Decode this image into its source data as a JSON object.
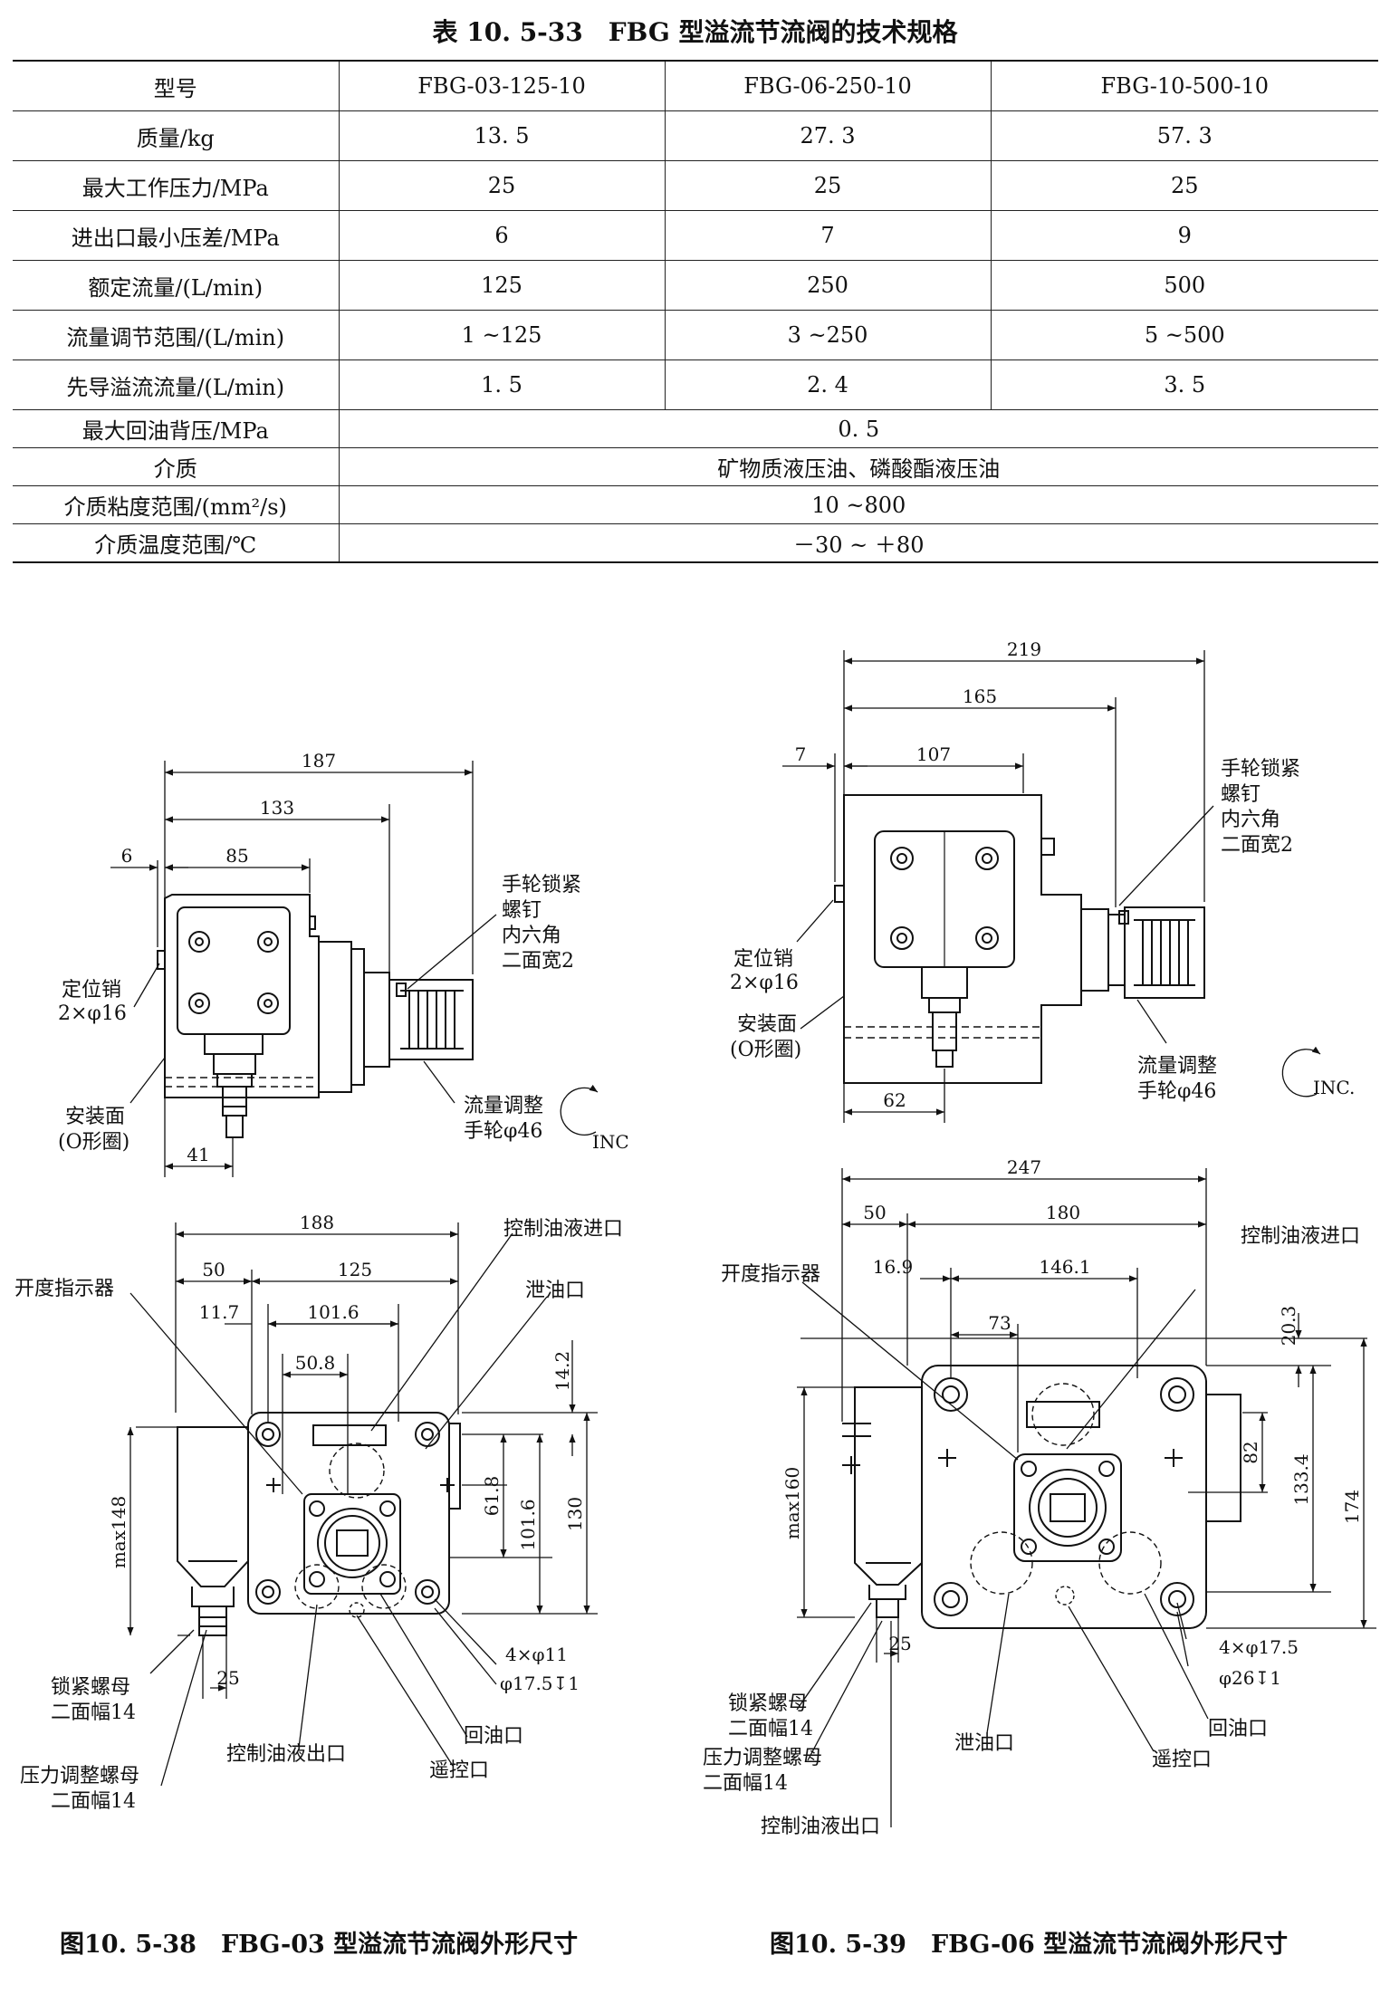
{
  "table": {
    "title": "表 10. 5-33　FBG 型溢流节流阀的技术规格",
    "header": [
      "型号",
      "FBG-03-125-10",
      "FBG-06-250-10",
      "FBG-10-500-10"
    ],
    "rows": [
      [
        "质量/kg",
        "13. 5",
        "27. 3",
        "57. 3"
      ],
      [
        "最大工作压力/MPa",
        "25",
        "25",
        "25"
      ],
      [
        "进出口最小压差/MPa",
        "6",
        "7",
        "9"
      ],
      [
        "额定流量/(L/min)",
        "125",
        "250",
        "500"
      ],
      [
        "流量调节范围/(L/min)",
        "1 ~125",
        "3 ~250",
        "5 ~500"
      ],
      [
        "先导溢流流量/(L/min)",
        "1. 5",
        "2. 4",
        "3. 5"
      ]
    ],
    "merged_rows": [
      [
        "最大回油背压/MPa",
        "0. 5"
      ],
      [
        "介质",
        "矿物质液压油、磷酸酯液压油"
      ],
      [
        "介质粘度范围/(mm²/s)",
        "10 ~800"
      ],
      [
        "介质温度范围/℃",
        "－30 ~ ＋80"
      ]
    ]
  },
  "fig38": {
    "caption": "图10. 5-38　FBG-03 型溢流节流阀外形尺寸",
    "side_dims": [
      "187",
      "133",
      "6",
      "85",
      "41"
    ],
    "side_labels": [
      "手轮锁紧",
      "螺钉",
      "内六角",
      "二面宽2",
      "定位销",
      "2×φ16",
      "安装面",
      "(O形圈)",
      "流量调整",
      "手轮φ46",
      "INC"
    ],
    "top_dims": [
      "188",
      "50",
      "125",
      "11.7",
      "101.6",
      "50.8",
      "14.2",
      "61.8",
      "101.6",
      "130",
      "max148",
      "25"
    ],
    "top_labels": [
      "控制油液进口",
      "开度指示器",
      "泄油口",
      "4×φ11",
      "φ17.5↧1",
      "回油口",
      "遥控口",
      "控制油液出口",
      "锁紧螺母",
      "二面幅14",
      "压力调整螺母",
      "二面幅14"
    ]
  },
  "fig39": {
    "caption": "图10. 5-39　FBG-06 型溢流节流阀外形尺寸",
    "side_dims": [
      "219",
      "165",
      "7",
      "107",
      "62"
    ],
    "side_labels": [
      "手轮锁紧",
      "螺钉",
      "内六角",
      "二面宽2",
      "定位销",
      "2×φ16",
      "安装面",
      "(O形圈)",
      "流量调整",
      "手轮φ46",
      "INC."
    ],
    "top_dims": [
      "247",
      "50",
      "180",
      "16.9",
      "146.1",
      "73",
      "20.3",
      "82",
      "133.4",
      "174",
      "max160",
      "25"
    ],
    "top_labels": [
      "控制油液进口",
      "开度指示器",
      "4×φ17.5",
      "φ26↧1",
      "回油口",
      "遥控口",
      "泄油口",
      "锁紧螺母",
      "二面幅14",
      "压力调整螺母",
      "二面幅14",
      "控制油液出口"
    ]
  }
}
